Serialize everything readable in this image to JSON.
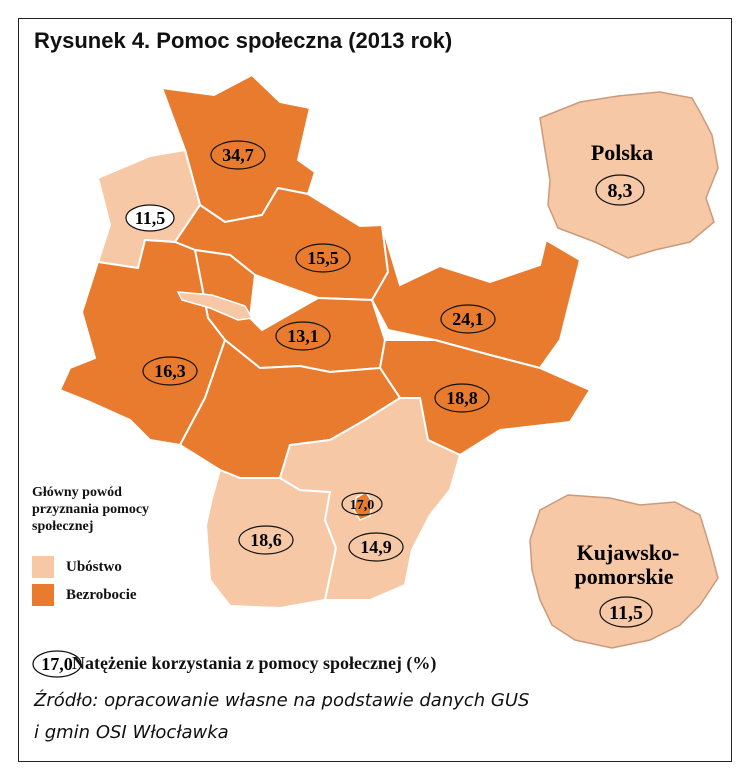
{
  "title": "Rysunek 4. Pomoc społeczna (2013 rok)",
  "colors": {
    "poverty": "#F6C8A6",
    "unemployment": "#E87B2E",
    "border": "#ffffff",
    "outline": "#222222"
  },
  "legend": {
    "title_lines": [
      "Główny powód",
      "przyznania pomocy",
      "społecznej"
    ],
    "items": [
      {
        "label": "Ubóstwo",
        "category": "poverty"
      },
      {
        "label": "Bezrobocie",
        "category": "unemployment"
      }
    ]
  },
  "regions": [
    {
      "id": "n-top",
      "value": "34,7",
      "category": "unemployment"
    },
    {
      "id": "nw",
      "value": "11,5",
      "category": "poverty"
    },
    {
      "id": "n-center",
      "value": "15,5",
      "category": "unemployment"
    },
    {
      "id": "center",
      "value": "13,1",
      "category": "unemployment"
    },
    {
      "id": "w",
      "value": "16,3",
      "category": "unemployment"
    },
    {
      "id": "ne",
      "value": "24,1",
      "category": "unemployment"
    },
    {
      "id": "e",
      "value": "18,8",
      "category": "unemployment"
    },
    {
      "id": "sw",
      "value": "18,6",
      "category": "poverty"
    },
    {
      "id": "s",
      "value": "14,9",
      "category": "poverty"
    },
    {
      "id": "enclave",
      "value": "17,0",
      "category": "unemployment"
    }
  ],
  "insets": {
    "polska": {
      "name": "Polska",
      "value": "8,3",
      "category": "poverty"
    },
    "kujawsko": {
      "name_lines": [
        "Kujawsko-",
        "pomorskie"
      ],
      "value": "11,5",
      "category": "poverty"
    }
  },
  "note": {
    "sample_value": "17,0",
    "text": "Natężenie korzystania z pomocy społecznej (%)"
  },
  "source": {
    "line1": "Źródło: opracowanie własne na podstawie danych GUS",
    "line2": "i gmin OSI Włocławka"
  }
}
